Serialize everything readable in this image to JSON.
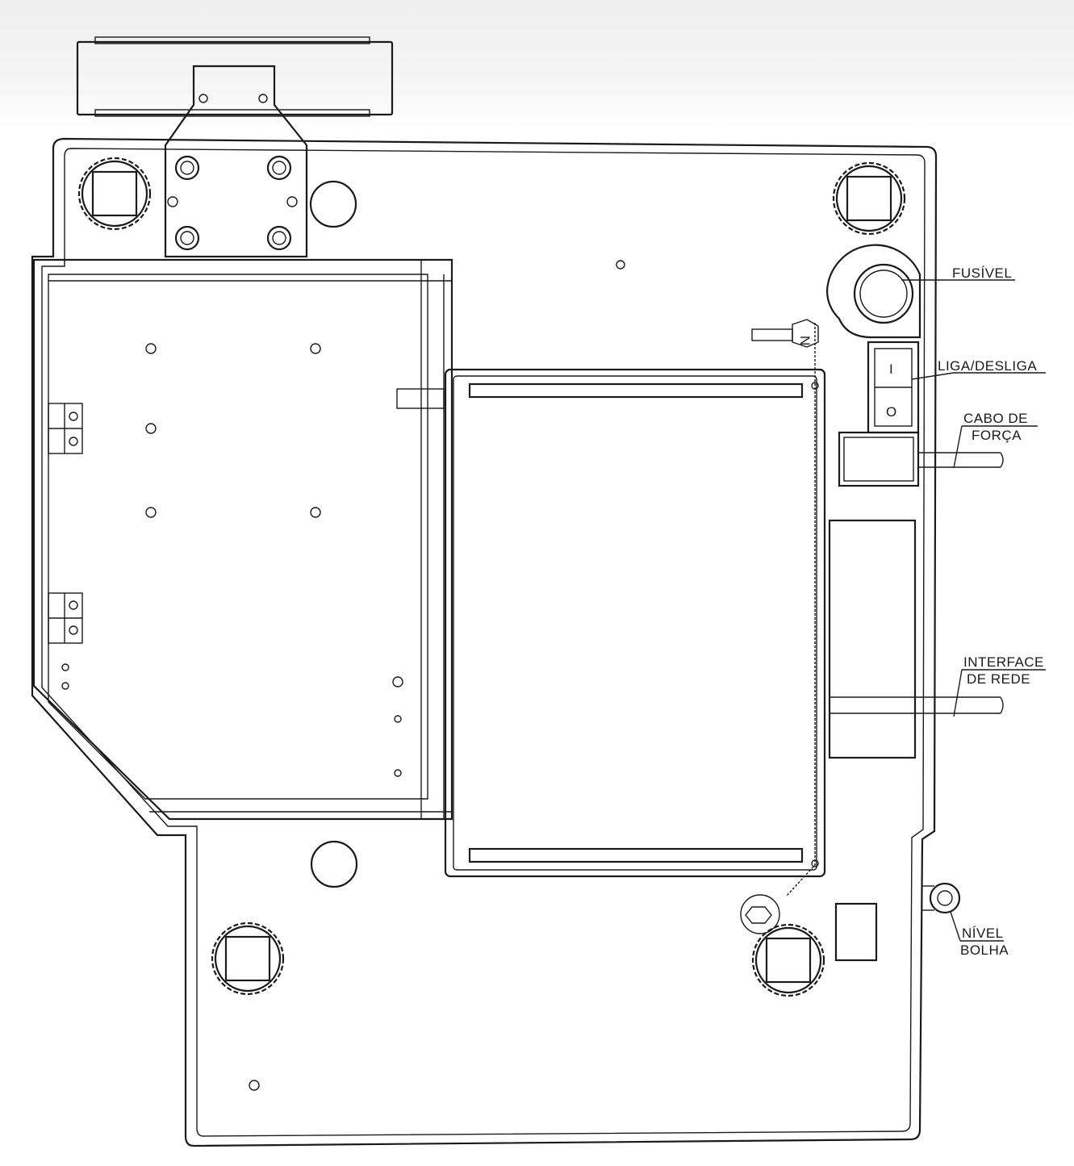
{
  "labels": {
    "fusivel": "FUSÍVEL",
    "liga_desliga": "LIGA/DESLIGA",
    "cabo_de_forca_line1": "CABO DE",
    "cabo_de_forca_line2": "FORÇA",
    "interface_de_rede_line1": "INTERFACE",
    "interface_de_rede_line2": "DE REDE",
    "nivel_bolha_line1": "NÍVEL",
    "nivel_bolha_line2": "BOLHA"
  },
  "switch_marks": {
    "on": "I",
    "off": "O"
  },
  "latch_letter": "N",
  "colors": {
    "ink": "#1a1a1a",
    "paper": "#ffffff"
  }
}
